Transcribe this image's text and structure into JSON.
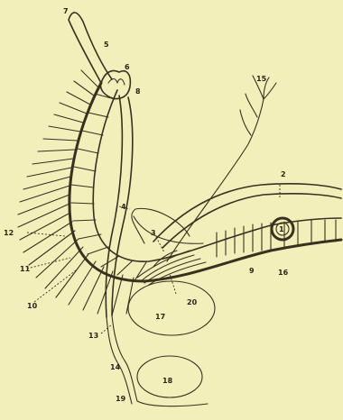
{
  "background": "#f3efba",
  "ink": "#3a3020",
  "labels": {
    "l1": "1",
    "l2": "2",
    "l3": "3",
    "l4": "4",
    "l5": "5",
    "l6": "6",
    "l7": "7",
    "l8": "8",
    "l9": "9",
    "l10": "10",
    "l11": "11",
    "l12": "12",
    "l13": "13",
    "l14": "14",
    "l15": "15",
    "l16": "16",
    "l17": "17",
    "l18": "18",
    "l19": "19",
    "l20": "20"
  }
}
